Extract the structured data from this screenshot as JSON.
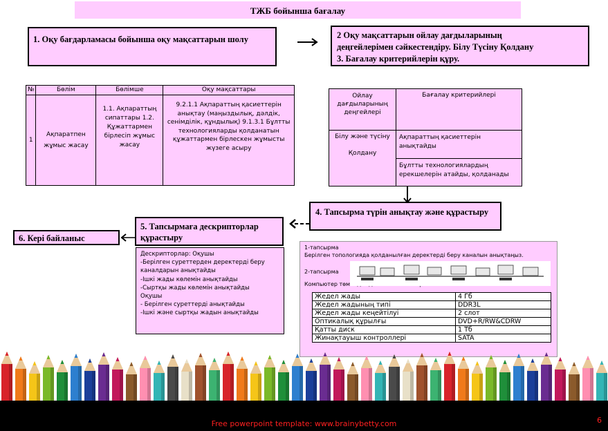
{
  "title": "ТЖБ бойынша бағалау",
  "step1": "1. Оқу бағдарламасы бойынша оқу мақсаттарын шолу",
  "step23": {
    "line1": "2 Оқу мақсаттарын ойлау дағдыларының",
    "line2": "деңгейлерімен сәйкестендіру. Білу Түсіну Қолдану",
    "line3": "3. Бағалау критерийлерін құру."
  },
  "goals_table": {
    "headers": [
      "№",
      "Бөлім",
      "Бөлімше",
      "Оқу мақсаттары"
    ],
    "row": {
      "num": "1",
      "section": "Ақпаратпен жұмыс жасау",
      "subsection": "1.1. Ақпараттың сипаттары 1.2. Құжаттармен бірлесіп жұмыс жасау",
      "goals": "9.2.1.1 Ақпараттың қасиеттерін анықтау (маңыздылық, дәлдік, сенімділік, құндылық) 9.1.3.1 Бұлтты технологияларды қолданатын құжаттармен бірлескен жұмысты жүзеге асыру"
    }
  },
  "criteria_table": {
    "headers": [
      "Ойлау дағдыларының деңгейлері",
      "Бағалау критерийлері"
    ],
    "level_1": "Білу және түсіну",
    "level_2": "Қолдану",
    "criterion_1": "Ақпараттың қасиеттерін анықтайды",
    "criterion_2": "Бұлтты технологиялардың ерекшелерін атайды, қолданады"
  },
  "step4": "4. Тапсырма түрін анықтау және құрастыру",
  "step5": "5. Тапсырмаға дескрипторлар құрастыру",
  "step6": "6. Кері байланыс",
  "descriptors": [
    "Дескрипторлар: Оқушы",
    "-Берілген суреттерден деректерді беру каналдарын анықтайды",
    "-Ішкі жады көлемін анықтайды",
    "-Сыртқы жады көлемін анықтайды",
    "Оқушы",
    "- Берілген суреттерді анықтайды",
    "-Ішкі және сыртқы жадын анықтайды"
  ],
  "task": {
    "task1_label": "1-тапсырма",
    "task1_text": "Берілген топологияда қолданылған деректерді беру каналын анықтаңыз.",
    "task2_label": "2-тапсырма",
    "task2_text": "Компьютер төмендегідей сипаттамаларға ие:",
    "specs": [
      [
        "Жедел жады",
        "4 Гб"
      ],
      [
        "Жедел жадының типі",
        "DDR3L"
      ],
      [
        "Жедел жады кеңейтілуі",
        "2 слот"
      ],
      [
        "Оптикалық құрылғы",
        "DVD+R/RW&CDRW"
      ],
      [
        "Қатты диск",
        "1 Тб"
      ],
      [
        "Жинақтауыш контроллері",
        "SATA"
      ]
    ]
  },
  "footer_text": "Free powerpoint template: www.brainybetty.com",
  "page_number": "6",
  "colors": {
    "box_fill": "#ffccff",
    "footer_bg": "#000000",
    "footer_text": "#ff0000"
  }
}
